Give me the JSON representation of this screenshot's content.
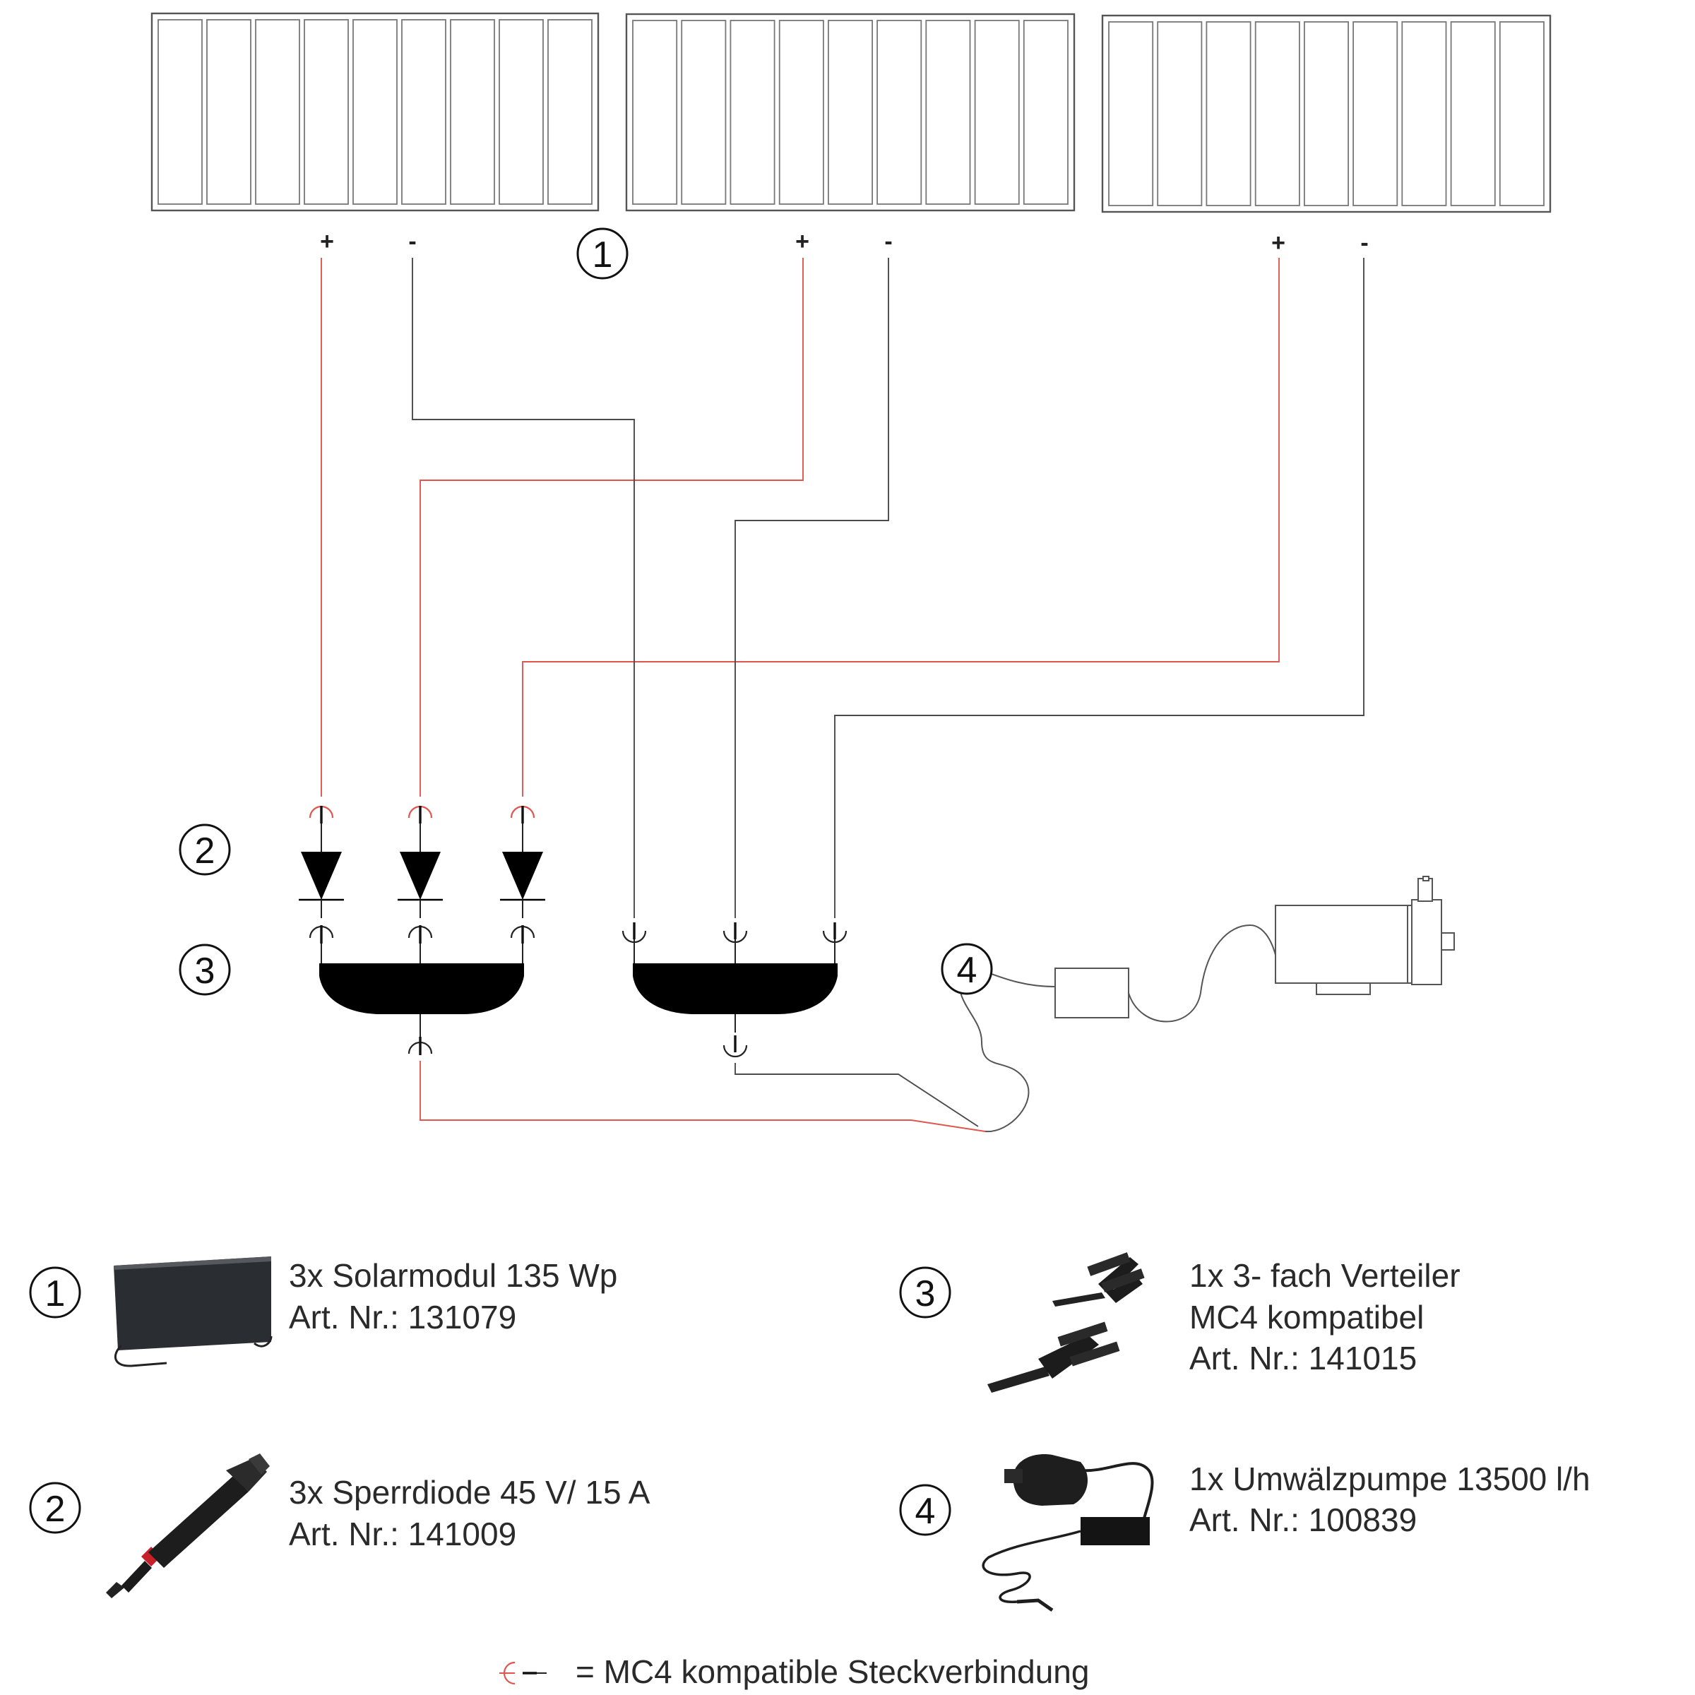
{
  "badges": {
    "modules": "1",
    "diodes": "2",
    "splitters": "3",
    "pump": "4"
  },
  "polarity": {
    "plus": "+",
    "minus": "-"
  },
  "legend": [
    {
      "badge": "1",
      "lines": [
        "3x Solarmodul 135 Wp",
        "Art. Nr.: 131079"
      ]
    },
    {
      "badge": "2",
      "lines": [
        "3x Sperrdiode 45 V/ 15 A",
        "Art. Nr.: 141009"
      ]
    },
    {
      "badge": "3",
      "lines": [
        "1x 3- fach Verteiler",
        "MC4 kompatibel",
        "Art. Nr.: 141015"
      ]
    },
    {
      "badge": "4",
      "lines": [
        "1x Umwälzpumpe 13500 l/h",
        "Art. Nr.: 100839"
      ]
    }
  ],
  "connector_note": "= MC4 kompatible Steckverbindung",
  "colors": {
    "positive_wire": "#e0564f",
    "negative_wire": "#4a4a4a",
    "ink": "#111111"
  }
}
